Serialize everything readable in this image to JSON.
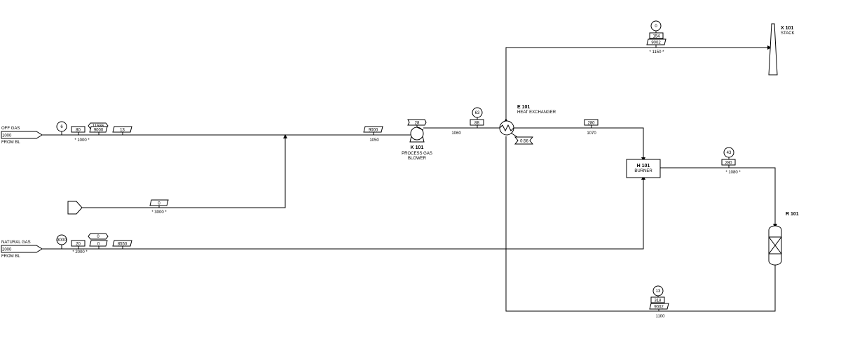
{
  "streams": {
    "s1000": {
      "label": "1000",
      "annotation": "* 1000 *"
    },
    "s1050": {
      "label": "1050"
    },
    "s1060": {
      "label": "1060"
    },
    "s1070": {
      "label": "1070"
    },
    "s1080": {
      "annotation": "* 1080 *"
    },
    "s1100": {
      "label": "1100"
    },
    "s1150": {
      "annotation": "* 1150 *"
    },
    "s2000": {
      "label": "2000",
      "annotation": "* 2000 *"
    },
    "s3000": {
      "annotation": "* 3000 *"
    }
  },
  "feeds": {
    "offgas": {
      "name": "OFF GAS",
      "source": "FROM BL"
    },
    "natgas": {
      "name": "NATURAL GAS",
      "source": "FROM BL"
    }
  },
  "equipment": {
    "k101": {
      "tag": "K 101",
      "desc1": "PROCESS GAS",
      "desc2": "BLOWER"
    },
    "e101": {
      "tag": "E 101",
      "desc": "HEAT EXCHANGER"
    },
    "h101": {
      "tag": "H 101",
      "desc": "BURNER"
    },
    "r101": {
      "tag": "R 101"
    },
    "x101": {
      "tag": "X 101",
      "desc": "STACK"
    }
  },
  "tags": {
    "offgas_circle": "6",
    "offgas_temp": "80",
    "offgas_hex": "11586",
    "offgas_flow": "9000",
    "offgas_para": "13",
    "s1050_flow": "9000",
    "blower_out": "28",
    "s1060_circle": "63",
    "s1060_temp": "88",
    "hx_duty": "0.56",
    "s1070_temp": "280",
    "s1080_circle": "43",
    "s1080_temp": "280",
    "stack_circle": "0",
    "stack_temp": "154",
    "stack_flow": "9002",
    "s3000_para": "0",
    "natgas_circle": "3000",
    "natgas_temp": "20",
    "natgas_hex": "0",
    "natgas_flow": "0",
    "natgas_para": "8550",
    "s1100_circle": "13",
    "s1100_temp": "318",
    "s1100_flow": "9002"
  }
}
